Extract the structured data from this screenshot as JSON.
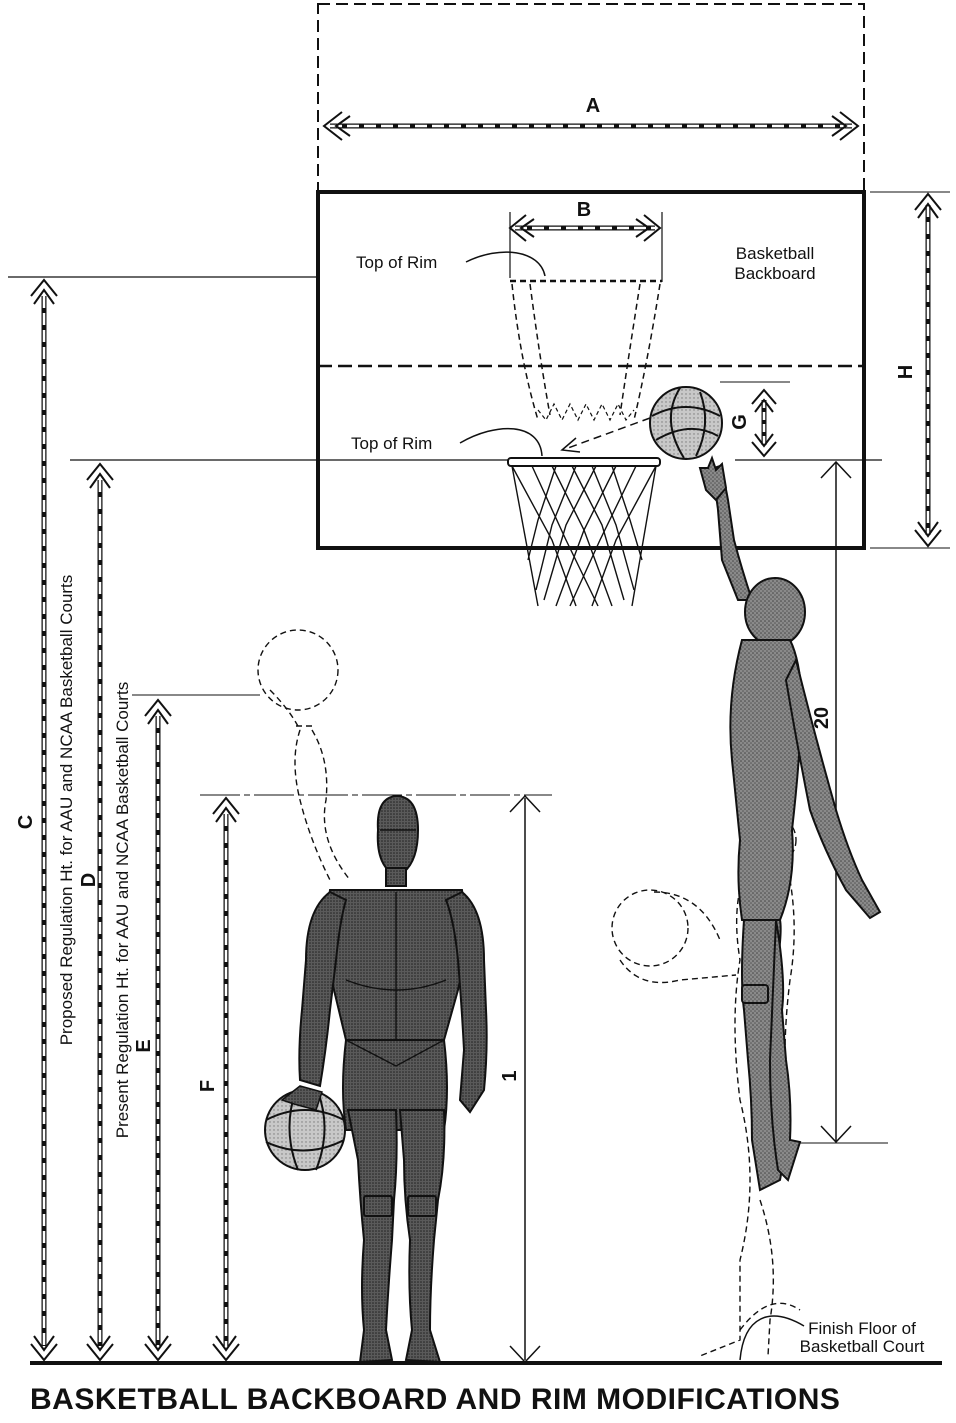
{
  "title": "BASKETBALL BACKBOARD AND RIM MODIFICATIONS",
  "dimension_letters": {
    "a": "A",
    "b": "B",
    "c": "C",
    "d": "D",
    "e": "E",
    "f": "F",
    "g": "G",
    "h": "H"
  },
  "dimension_numbers": {
    "n20": "20",
    "n1": "1"
  },
  "labels": {
    "top_of_rim_upper": "Top of Rim",
    "top_of_rim_lower": "Top of Rim",
    "backboard_line1": "Basketball",
    "backboard_line2": "Backboard",
    "proposed_height": "Proposed Regulation Ht. for AAU and NCAA Basketball Courts",
    "present_height": "Present Regulation Ht. for AAU and NCAA Basketball Courts",
    "floor_line1": "Finish Floor of",
    "floor_line2": "Basketball Court"
  }
}
